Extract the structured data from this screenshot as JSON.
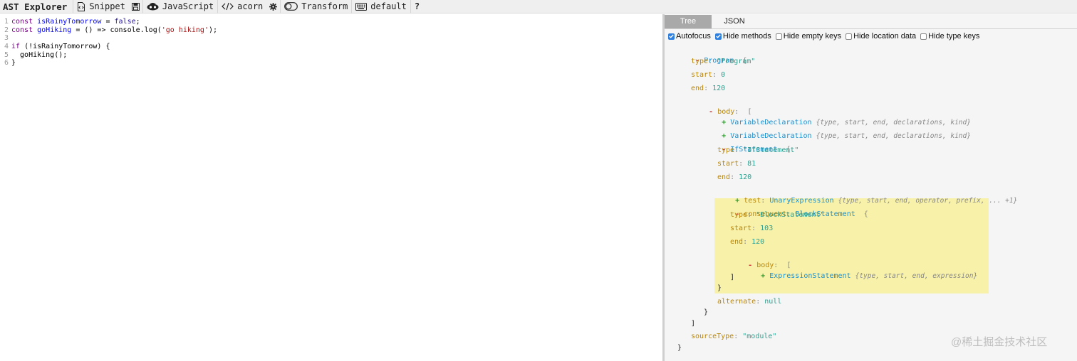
{
  "toolbar": {
    "brand": "AST Explorer",
    "snippet": "Snippet",
    "language": "JavaScript",
    "parser": "acorn",
    "transform": "Transform",
    "keymap": "default",
    "help": "?"
  },
  "editor": {
    "lines": [
      {
        "num": "1",
        "tokens": [
          {
            "t": "kw",
            "v": "const"
          },
          {
            "t": "plain",
            "v": " "
          },
          {
            "t": "var",
            "v": "isRainyTomorrow"
          },
          {
            "t": "plain",
            "v": " = "
          },
          {
            "t": "atom",
            "v": "false"
          },
          {
            "t": "plain",
            "v": ";"
          }
        ]
      },
      {
        "num": "2",
        "tokens": [
          {
            "t": "kw",
            "v": "const"
          },
          {
            "t": "plain",
            "v": " "
          },
          {
            "t": "var",
            "v": "goHiking"
          },
          {
            "t": "plain",
            "v": " = () => console.log("
          },
          {
            "t": "str",
            "v": "'go hiking'"
          },
          {
            "t": "plain",
            "v": ");"
          }
        ]
      },
      {
        "num": "3",
        "tokens": []
      },
      {
        "num": "4",
        "tokens": [
          {
            "t": "kw",
            "v": "if"
          },
          {
            "t": "plain",
            "v": " (!isRainyTomorrow) {"
          }
        ]
      },
      {
        "num": "5",
        "tokens": [
          {
            "t": "plain",
            "v": "  goHiking();"
          }
        ]
      },
      {
        "num": "6",
        "tokens": [
          {
            "t": "plain",
            "v": "}"
          }
        ]
      }
    ]
  },
  "panel": {
    "tabs": [
      "Tree",
      "JSON"
    ],
    "options": [
      {
        "label": "Autofocus",
        "checked": true
      },
      {
        "label": "Hide methods",
        "checked": true
      },
      {
        "label": "Hide empty keys",
        "checked": false
      },
      {
        "label": "Hide location data",
        "checked": false
      },
      {
        "label": "Hide type keys",
        "checked": false
      }
    ]
  },
  "tree": {
    "program": "Program",
    "type_key": "type",
    "start_key": "start",
    "end_key": "end",
    "body_key": "body",
    "program_type": "\"Program\"",
    "program_start": "0",
    "program_end": "120",
    "var_decl": "VariableDeclaration",
    "var_decl_summary": "{type, start, end, declarations, kind}",
    "if_stmt": "IfStatement",
    "if_type": "\"IfStatement\"",
    "if_start": "81",
    "if_end": "120",
    "test_key": "test",
    "unary": "UnaryExpression",
    "unary_summary": "{type, start, end, operator, prefix, ... +1}",
    "consequent_key": "consequent",
    "block": "BlockStatement",
    "block_type": "\"BlockStatement\"",
    "block_start": "103",
    "block_end": "120",
    "expr_stmt": "ExpressionStatement",
    "expr_summary": "{type, start, end, expression}",
    "alternate_key": "alternate",
    "alternate_val": "null",
    "source_type_key": "sourceType",
    "source_type_val": "\"module\"",
    "open_brace": "{",
    "close_brace": "}",
    "open_bracket": "[",
    "close_bracket": "]",
    "minus": "-",
    "plus": "+"
  },
  "watermark": "@稀土掘金技术社区"
}
